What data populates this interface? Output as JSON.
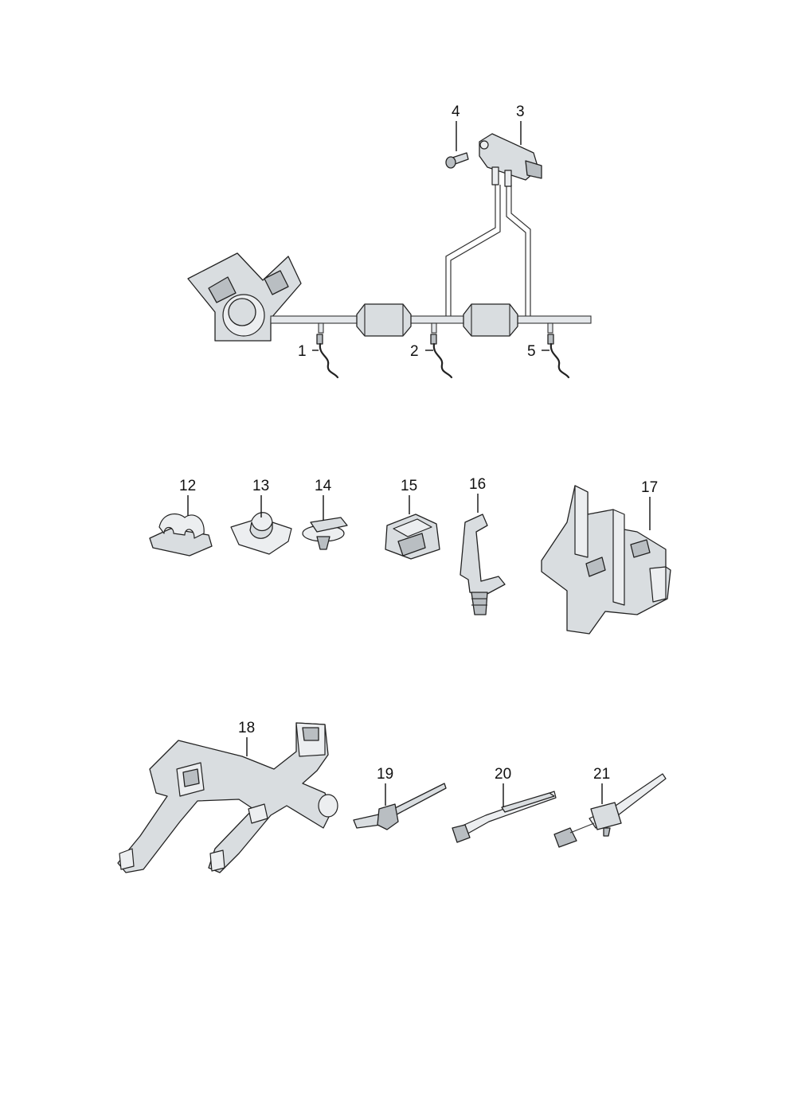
{
  "labels": {
    "p1": "1",
    "p2": "2",
    "p3": "3",
    "p4": "4",
    "p5": "5",
    "p12": "12",
    "p13": "13",
    "p14": "14",
    "p15": "15",
    "p16": "16",
    "p17": "17",
    "p18": "18",
    "p19": "19",
    "p20": "20",
    "p21": "21"
  }
}
